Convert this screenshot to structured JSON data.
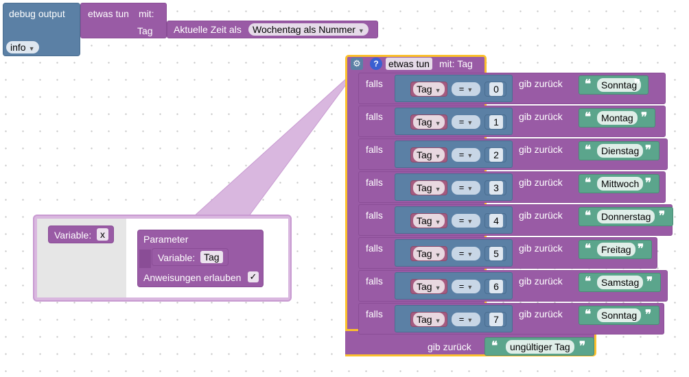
{
  "debug_block": {
    "label": "debug output",
    "level_value": "info"
  },
  "call_block": {
    "name": "etwas tun",
    "with_label": "mit:",
    "param_label": "Tag",
    "time_label": "Aktuelle Zeit als",
    "time_option": "Wochentag als Nummer"
  },
  "function_block": {
    "name": "etwas tun",
    "with_params": "mit: Tag",
    "rows": [
      {
        "if_label": "falls",
        "var": "Tag",
        "op": "=",
        "value": "0",
        "return_label": "gib zurück",
        "result": "Sonntag"
      },
      {
        "if_label": "falls",
        "var": "Tag",
        "op": "=",
        "value": "1",
        "return_label": "gib zurück",
        "result": "Montag"
      },
      {
        "if_label": "falls",
        "var": "Tag",
        "op": "=",
        "value": "2",
        "return_label": "gib zurück",
        "result": "Dienstag"
      },
      {
        "if_label": "falls",
        "var": "Tag",
        "op": "=",
        "value": "3",
        "return_label": "gib zurück",
        "result": "Mittwoch"
      },
      {
        "if_label": "falls",
        "var": "Tag",
        "op": "=",
        "value": "4",
        "return_label": "gib zurück",
        "result": "Donnerstag"
      },
      {
        "if_label": "falls",
        "var": "Tag",
        "op": "=",
        "value": "5",
        "return_label": "gib zurück",
        "result": "Freitag"
      },
      {
        "if_label": "falls",
        "var": "Tag",
        "op": "=",
        "value": "6",
        "return_label": "gib zurück",
        "result": "Samstag"
      },
      {
        "if_label": "falls",
        "var": "Tag",
        "op": "=",
        "value": "7",
        "return_label": "gib zurück",
        "result": "Sonntag"
      }
    ],
    "final_return_label": "gib zurück",
    "final_result": "ungültiger Tag"
  },
  "mutator": {
    "variable_label": "Variable:",
    "variable_value": "x",
    "params_title": "Parameter",
    "param_var_label": "Variable:",
    "param_var_value": "Tag",
    "allow_statements_label": "Anweisungen erlauben",
    "allow_statements_checked": "✓"
  },
  "icons": {
    "gear": "gear-icon",
    "help": "help-icon"
  },
  "colors": {
    "text_blocks": "#5ba58c",
    "logic_blocks": "#5b80a5",
    "procedure_blocks": "#995ba5",
    "variable_blocks": "#a55b80",
    "selection_outline": "#fbc02d"
  }
}
